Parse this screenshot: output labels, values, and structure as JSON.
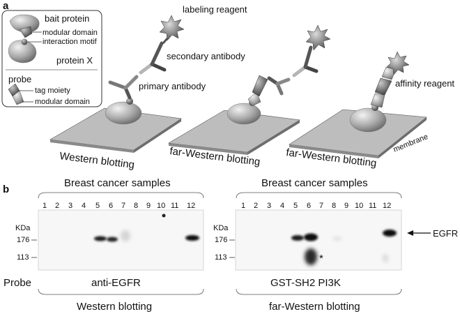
{
  "panel_a": {
    "letter": "a",
    "legend": {
      "bait_protein": "bait protein",
      "modular_domain": "modular domain",
      "interaction_motif": "interaction motif",
      "protein_x": "protein X",
      "probe": "probe",
      "tag_moiety": "tag moiety",
      "probe_modular_domain": "modular domain"
    },
    "labeling_reagent": "labeling reagent",
    "secondary_antibody": "secondary antibody",
    "primary_antibody": "primary antibody",
    "affinity_reagent": "affinity reagent",
    "membrane": "membrane",
    "method_1": "Western blotting",
    "method_2": "far-Western blotting",
    "method_3": "far-Western blotting"
  },
  "panel_b": {
    "letter": "b",
    "left": {
      "title": "Breast cancer samples",
      "lanes": [
        "1",
        "2",
        "3",
        "4",
        "5",
        "6",
        "7",
        "8",
        "9",
        "10",
        "11",
        "12"
      ],
      "kda": "KDa",
      "marker_176": "176",
      "marker_113": "113",
      "probe_name": "anti-EGFR",
      "method": "Western blotting"
    },
    "right": {
      "title": "Breast cancer samples",
      "lanes": [
        "1",
        "2",
        "3",
        "4",
        "5",
        "6",
        "7",
        "8",
        "9",
        "10",
        "11",
        "12"
      ],
      "kda": "KDa",
      "marker_176": "176",
      "marker_113": "113",
      "probe_name": "GST-SH2 PI3K",
      "method": "far-Western blotting",
      "asterisk": "*",
      "egfr_label": "EGFR"
    },
    "probe_label": "Probe"
  }
}
